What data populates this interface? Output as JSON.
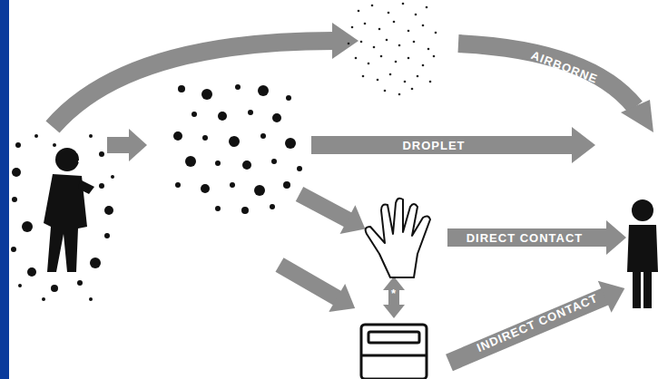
{
  "diagram": {
    "labels": [
      "AIRBORNE",
      "DROPLET",
      "DIRECT CONTACT",
      "*",
      "INDIRECT CONTACT"
    ]
  }
}
